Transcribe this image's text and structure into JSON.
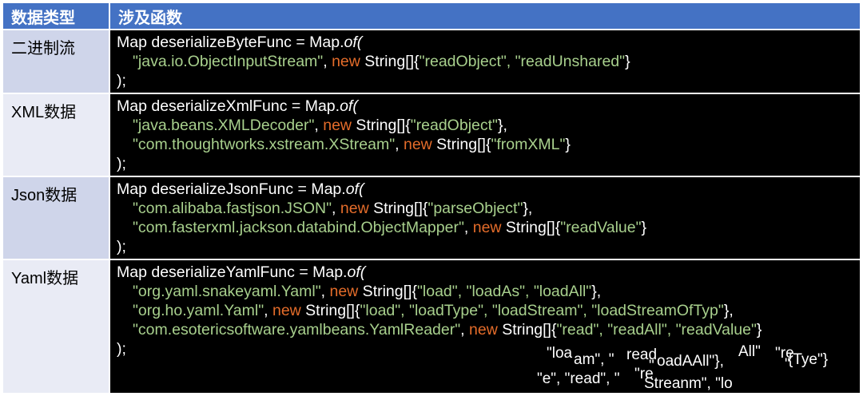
{
  "header": {
    "col_type": "数据类型",
    "col_funcs": "涉及函数"
  },
  "rows": [
    {
      "type": "二进制流",
      "decl": "Map deserializeByteFunc = Map.",
      "entries": [
        {
          "cls": "\"java.io.ObjectInputStream\"",
          "sep": ", ",
          "kw": "new",
          "arr": " String[]{",
          "methods": "\"readObject\", \"readUnshared\"",
          "end": "}"
        }
      ],
      "close": ");"
    },
    {
      "type": "XML数据",
      "decl": "Map deserializeXmlFunc = Map.",
      "entries": [
        {
          "cls": "\"java.beans.XMLDecoder\"",
          "sep": ", ",
          "kw": "new",
          "arr": " String[]{",
          "methods": "\"readObject\"",
          "end": "},"
        },
        {
          "cls": "\"com.thoughtworks.xstream.XStream\"",
          "sep": ", ",
          "kw": "new",
          "arr": " String[]{",
          "methods": "\"fromXML\"",
          "end": "}"
        }
      ],
      "close": ");"
    },
    {
      "type": "Json数据",
      "decl": "Map deserializeJsonFunc = Map.",
      "entries": [
        {
          "cls": "\"com.alibaba.fastjson.JSON\"",
          "sep": ", ",
          "kw": "new",
          "arr": " String[]{",
          "methods": "\"parseObject\"",
          "end": "},"
        },
        {
          "cls": "\"com.fasterxml.jackson.databind.ObjectMapper\"",
          "sep": ", ",
          "kw": "new",
          "arr": " String[]{",
          "methods": "\"readValue\"",
          "end": "}"
        }
      ],
      "close": ");"
    },
    {
      "type": "Yaml数据",
      "decl": "Map deserializeYamlFunc = Map.",
      "entries": [
        {
          "cls": "\"org.yaml.snakeyaml.Yaml\"",
          "sep": ", ",
          "kw": "new",
          "arr": " String[]{",
          "methods": "\"load\", \"loadAs\", \"loadAll\"",
          "end": "},"
        },
        {
          "cls": "\"org.ho.yaml.Yaml\"",
          "sep": ", ",
          "kw": "new",
          "arr": " String[]{",
          "methods": "\"load\", \"loadType\", \"loadStream\", \"loadStreamOfTyp\"",
          "end": "},"
        },
        {
          "cls": "\"com.esotericsoftware.yamlbeans.YamlReader\"",
          "sep": ", ",
          "kw": "new",
          "arr": " String[]{",
          "methods": "\"read\", \"readAll\", \"readValue\"",
          "end": "}"
        }
      ],
      "close": ");",
      "garbled": [
        "\"loa",
        "am\", \"",
        "read",
        "\"",
        "oadAAll\"},",
        "All\"",
        "\"re",
        "\"",
        "{Tye\"}",
        "\"e\", \"read\", \"",
        "\"re",
        "Streanm\", \"lo"
      ]
    }
  ],
  "of_method": "of("
}
